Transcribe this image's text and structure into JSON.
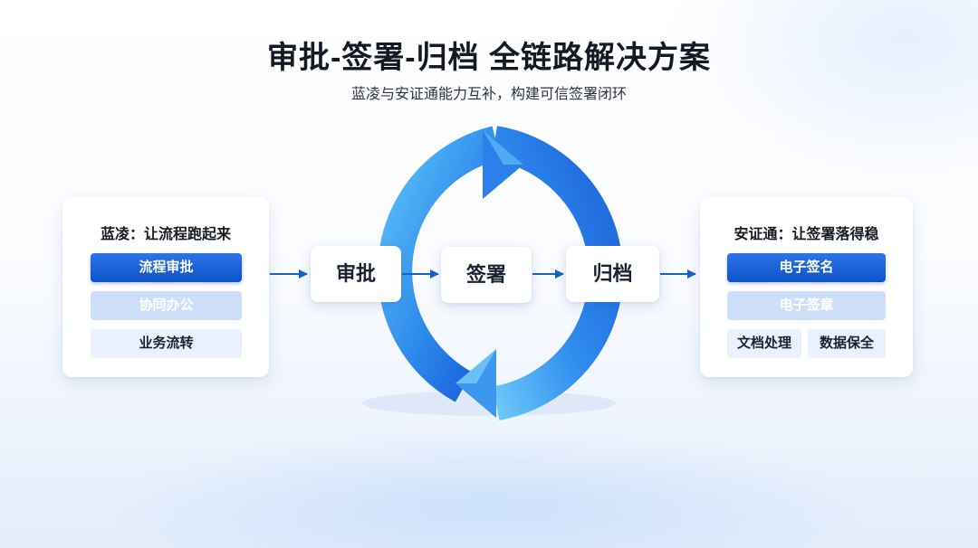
{
  "header": {
    "title": "审批-签署-归档 全链路解决方案",
    "subtitle": "蓝凌与安证通能力互补，构建可信签署闭环"
  },
  "left_panel": {
    "title": "蓝凌：让流程跑起来",
    "items": [
      "流程审批",
      "协同办公",
      "业务流转"
    ]
  },
  "flow": {
    "steps": [
      "审批",
      "签署",
      "归档"
    ]
  },
  "right_panel": {
    "title": "安证通：让签署落得稳",
    "items": [
      "电子签名",
      "电子签章",
      "文档处理",
      "数据保全"
    ]
  },
  "colors": {
    "accent": "#1558d6",
    "ring_light": "#4cb4f7",
    "ring_dark": "#1759d8",
    "connector": "#1a5ecf",
    "pill_mid": "#cddff8",
    "pill_light": "#e8f1fc"
  }
}
